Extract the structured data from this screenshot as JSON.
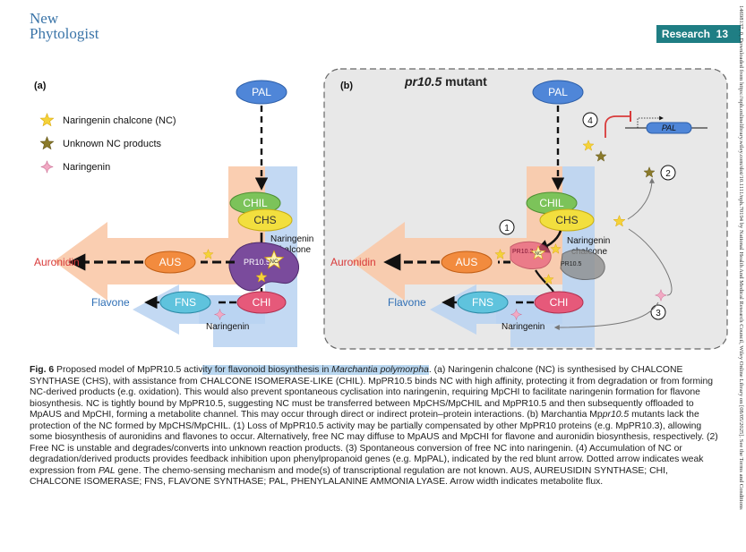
{
  "header": {
    "journal_line1": "New",
    "journal_line2": "Phytologist",
    "section": "Research",
    "page": "13"
  },
  "sidebar_note": "14698137, 0, Downloaded from https://nph.onlinelibrary.wiley.com/doi/10.1111/nph.70194 by National Health And Medical Research Council, Wiley Online Library on [08/05/2025]. See the Terms and Conditions",
  "legend": {
    "nc": "Naringenin chalcone (NC)",
    "unknown": "Unknown NC products",
    "naringenin": "Naringenin"
  },
  "panel_a": {
    "label": "(a)",
    "pal": "PAL",
    "chil": "CHIL",
    "chs": "CHS",
    "nc_label_1": "Naringenin",
    "nc_label_2": "chalcone",
    "pr": "PR10.5",
    "nc": "NC",
    "aus": "AUS",
    "auronidin": "Auronidin",
    "fns": "FNS",
    "chi": "CHI",
    "flavone": "Flavone",
    "naringenin": "Naringenin"
  },
  "panel_b": {
    "label": "(b)",
    "title_italic": "pr10.5",
    "title_rest": " mutant",
    "pal": "PAL",
    "pal_gene": "PAL",
    "chil": "CHIL",
    "chs": "CHS",
    "nc_label_1": "Naringenin",
    "nc_label_2": "chalcone",
    "pr3": "PR10.3",
    "nc": "NC",
    "pr5": "PR10.5",
    "aus": "AUS",
    "auronidin": "Auronidin",
    "fns": "FNS",
    "chi": "CHI",
    "flavone": "Flavone",
    "naringenin": "Naringenin",
    "n1": "1",
    "n2": "2",
    "n3": "3",
    "n4": "4"
  },
  "colors": {
    "pal": "#4f86d8",
    "chil": "#7cc35a",
    "chs": "#f2df3e",
    "aus": "#f28b3e",
    "fns": "#5fc3dd",
    "chi": "#e6597a",
    "pr": "#7a4b9c",
    "peach": "#f9c9a8",
    "blue_band": "#b9d2f1",
    "red": "#d83a3a",
    "accent": "#1f7e84"
  },
  "caption": {
    "fig": "Fig. 6",
    "s1": " Proposed model of MpPR10.5 activ",
    "s1_hl": "ity for flavonoid biosynthesis in ",
    "s1_hl_it": "Marchantia polymorpha",
    "s2": ". (a) Naringenin chalcone (NC) is synthesised by CHALCONE SYNTHASE (CHS), with assistance from CHALCONE ISOMERASE-LIKE (CHIL). MpPR10.5 binds NC with high affinity, protecting it from degradation or from forming NC-derived products (e.g. oxidation). This would also prevent spontaneous cyclisation into naringenin, requiring MpCHI to facilitate naringenin formation for flavone biosynthesis. NC is tightly bound by MpPR10.5, suggesting NC must be transferred between MpCHS/MpCHIL and MpPR10.5 and then subsequently offloaded to MpAUS and MpCHI, forming a metabolite channel. This may occur through direct or indirect protein–protein interactions. (b) Marchantia Mp",
    "s2_it": "pr10.5",
    "s3": " mutants lack the protection of the NC formed by MpCHS/MpCHIL. (1) Loss of MpPR10.5 activity may be partially compensated by other MpPR10 proteins (e.g. MpPR10.3), allowing some biosynthesis of auronidins and flavones to occur. Alternatively, free NC may diffuse to MpAUS and MpCHI for flavone and auronidin biosynthesis, respectively. (2) Free NC is unstable and degrades/converts into unknown reaction products. (3) Spontaneous conversion of free NC into naringenin. (4) Accumulation of NC or degradation/derived products provides feedback inhibition upon phenylpropanoid genes (e.g. MpPAL), indicated by the red blunt arrow. Dotted arrow indicates weak expression from ",
    "s3_it": "PAL",
    "s4": " gene. The chemo-sensing mechanism and mode(s) of transcriptional regulation are not known. AUS, AUREUSIDIN SYNTHASE; CHI, CHALCONE ISOMERASE; FNS, FLAVONE SYNTHASE; PAL, PHENYLALANINE AMMONIA LYASE. Arrow width indicates metabolite flux."
  }
}
